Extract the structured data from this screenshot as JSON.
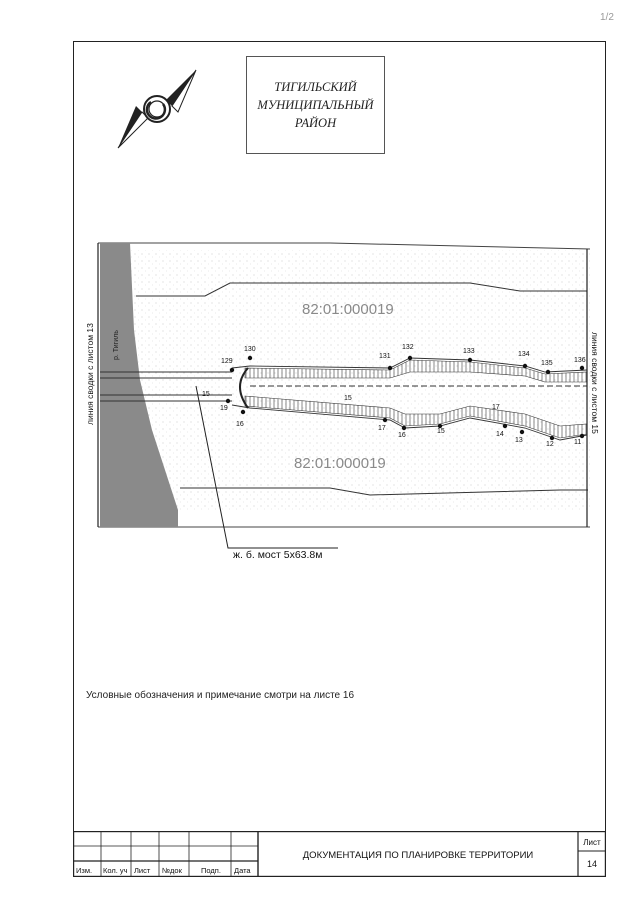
{
  "corner_mark": "1/2",
  "district": {
    "line1": "ТИГИЛЬСКИЙ",
    "line2": "МУНИЦИПАЛЬНЫЙ",
    "line3": "РАЙОН"
  },
  "map": {
    "parcel_top": "82:01:000019",
    "parcel_bottom": "82:01:000019",
    "match_line_left": "линия сводки с листом 13",
    "match_line_right": "линия сводки с листом 15",
    "river_label": "р. Тигиль",
    "bridge_label": "ж. б. мост 5х63.8м",
    "points_top": [
      "129",
      "130",
      "131",
      "132",
      "133",
      "134",
      "135",
      "136"
    ],
    "points_bottom": [
      "19",
      "16",
      "17",
      "16",
      "15",
      "14",
      "13",
      "12",
      "11"
    ],
    "inline_labels": [
      "15",
      "15",
      "17"
    ]
  },
  "note": "Условные обозначения и примечание смотри на листе 16",
  "stamp": {
    "columns": [
      "Изм.",
      "Кол. уч",
      "Лист",
      "№док",
      "Подп.",
      "Дата"
    ],
    "title": "ДОКУМЕНТАЦИЯ ПО ПЛАНИРОВКЕ ТЕРРИТОРИИ",
    "sheet_label": "Лист",
    "sheet_number": "14"
  }
}
